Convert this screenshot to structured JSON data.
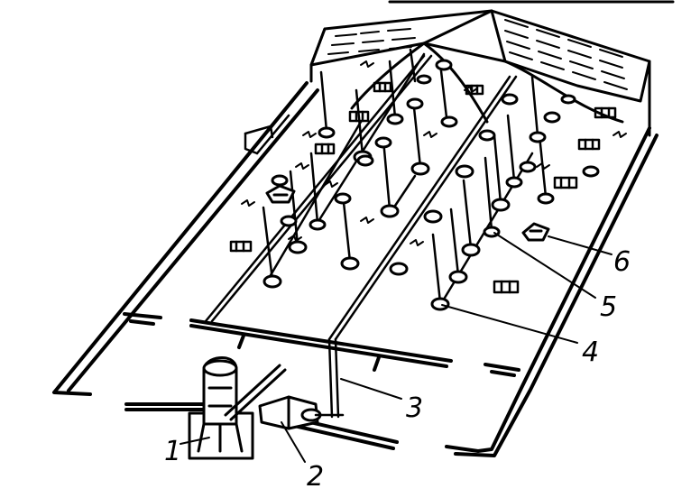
{
  "figure": {
    "stroke_color": "#000000",
    "background": "#ffffff",
    "callouts": [
      {
        "key": "c1",
        "label": "1"
      },
      {
        "key": "c2",
        "label": "2"
      },
      {
        "key": "c3",
        "label": "3"
      },
      {
        "key": "c4",
        "label": "4"
      },
      {
        "key": "c5",
        "label": "5"
      },
      {
        "key": "c6",
        "label": "6"
      }
    ]
  }
}
